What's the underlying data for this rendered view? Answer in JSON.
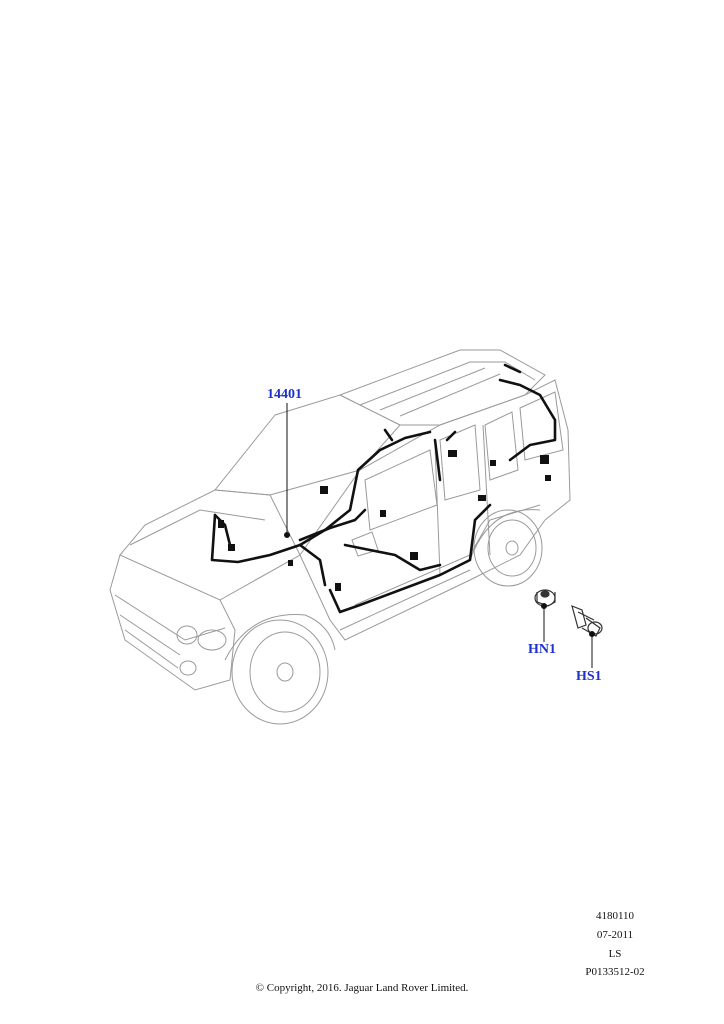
{
  "callouts": {
    "harness": "14401",
    "nut": "HN1",
    "screw": "HS1"
  },
  "meta": {
    "line1": "4180110",
    "line2": "07-2011",
    "line3": "LS",
    "line4": "P0133512-02"
  },
  "copyright": "© Copyright, 2016. Jaguar Land Rover Limited.",
  "colors": {
    "callout": "#1e32c8",
    "outline": "#9a9a9a",
    "harness": "#111111"
  }
}
